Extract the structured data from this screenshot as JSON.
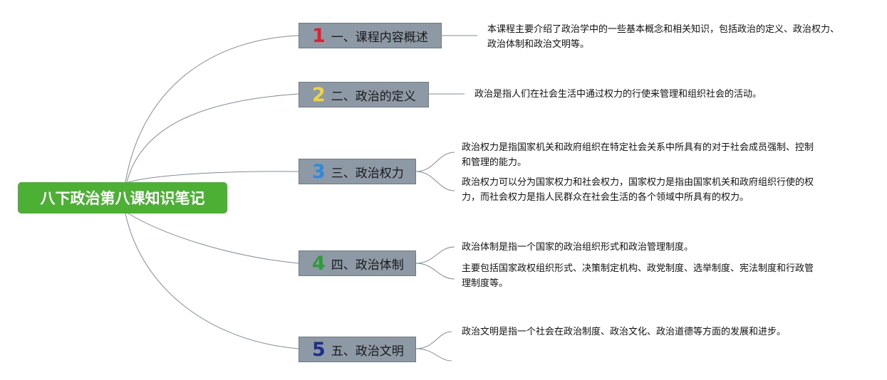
{
  "root": {
    "title": "八下政治第八课知识笔记",
    "color": "#4cb034"
  },
  "branches": [
    {
      "number": "1",
      "number_color": "#e0202e",
      "label": "一、课程内容概述",
      "notes": [
        "本课程主要介绍了政治学中的一些基本概念和相关知识，包括政治的定义、政治权力、政治体制和政治文明等。"
      ]
    },
    {
      "number": "2",
      "number_color": "#f0d53c",
      "label": "二、政治的定义",
      "notes": [
        "政治是指人们在社会生活中通过权力的行使来管理和组织社会的活动。"
      ]
    },
    {
      "number": "3",
      "number_color": "#2a8be0",
      "label": "三、政治权力",
      "notes": [
        "政治权力是指国家机关和政府组织在特定社会关系中所具有的对于社会成员强制、控制和管理的能力。",
        "政治权力可以分为国家权力和社会权力，国家权力是指由国家机关和政府组织行使的权力，而社会权力是指人民群众在社会生活的各个领域中所具有的权力。"
      ]
    },
    {
      "number": "4",
      "number_color": "#2e9a3c",
      "label": "四、政治体制",
      "notes": [
        "政治体制是指一个国家的政治组织形式和政治管理制度。",
        "主要包括国家政权组织形式、决策制定机构、政党制度、选举制度、宪法制度和行政管理制度等。"
      ]
    },
    {
      "number": "5",
      "number_color": "#1e2f8c",
      "label": "五、政治文明",
      "notes": [
        "政治文明是指一个社会在政治制度、政治文化、政治道德等方面的发展和进步。"
      ]
    }
  ]
}
